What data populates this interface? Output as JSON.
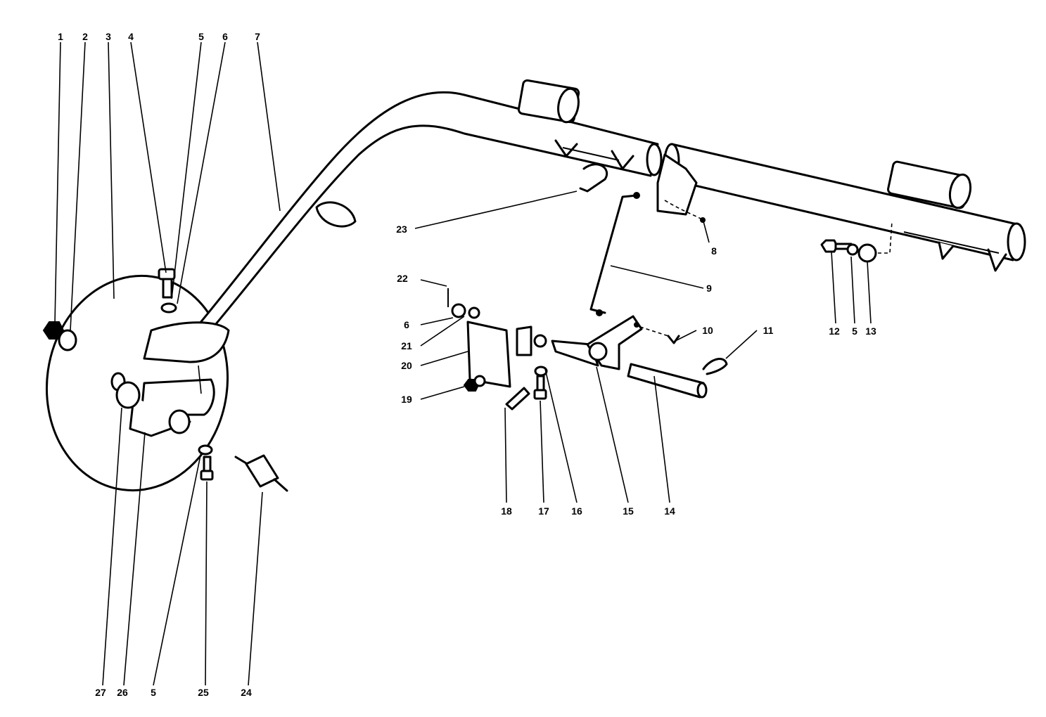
{
  "callouts": [
    "1",
    "2",
    "3",
    "4",
    "5",
    "6",
    "7",
    "8",
    "9",
    "10",
    "11",
    "12",
    "5",
    "13",
    "14",
    "15",
    "16",
    "17",
    "18",
    "19",
    "20",
    "21",
    "6",
    "22",
    "23",
    "24",
    "25",
    "5",
    "26",
    "27"
  ]
}
